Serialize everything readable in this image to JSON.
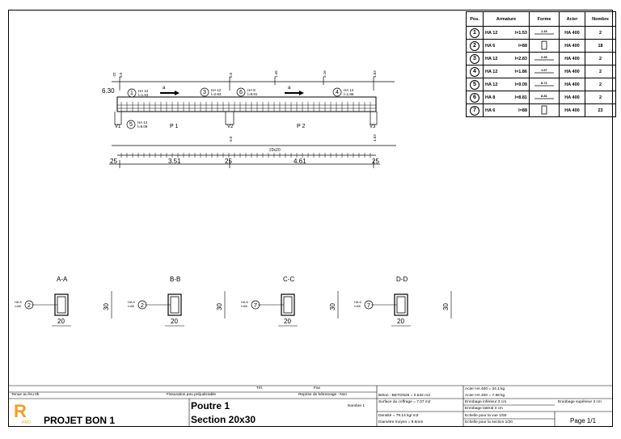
{
  "rebar_table": {
    "headers": [
      "Pos.",
      "Armature",
      "Forme",
      "Acier",
      "Nombre"
    ],
    "rows": [
      {
        "pos": "1",
        "bar": "HA 12",
        "len": "l=1.53",
        "shape": "1.16",
        "steel": "HA 400",
        "count": "2"
      },
      {
        "pos": "2",
        "bar": "HA 6",
        "len": "l=88",
        "shape": "stirrup",
        "steel": "HA 400",
        "count": "18"
      },
      {
        "pos": "3",
        "bar": "HA 12",
        "len": "l=2.83",
        "shape": "2.83",
        "steel": "HA 400",
        "count": "2"
      },
      {
        "pos": "4",
        "bar": "HA 12",
        "len": "l=1.86",
        "shape": "1.67",
        "steel": "HA 400",
        "count": "2"
      },
      {
        "pos": "5",
        "bar": "HA 12",
        "len": "l=9.09",
        "shape": "8.71",
        "steel": "HA 400",
        "count": "2"
      },
      {
        "pos": "6",
        "bar": "HA 8",
        "len": "l=8.81",
        "shape": "8.81",
        "steel": "HA 400",
        "count": "2"
      },
      {
        "pos": "7",
        "bar": "HA 6",
        "len": "l=88",
        "shape": "stirrup",
        "steel": "HA 400",
        "count": "23"
      }
    ]
  },
  "elevation": {
    "level_left": "6.30",
    "top_dims": [
      "-22",
      "0.0",
      "0.0",
      "1.45",
      "3.16",
      "4.63"
    ],
    "span_labels": [
      "P 1",
      "P 2"
    ],
    "support_labels": [
      "V1",
      "V2",
      "V3"
    ],
    "bar_labels": [
      {
        "pos": "1",
        "text": "HA 12\nl=1.53"
      },
      {
        "pos": "3",
        "text": "HA 12\nl=2.83"
      },
      {
        "pos": "6",
        "text": "HA 8\nl=8.81"
      },
      {
        "pos": "4",
        "text": "HA 12\nl=1.86"
      },
      {
        "pos": "5",
        "text": "HA 12\nl=9.09"
      }
    ],
    "bottom_dims": [
      "0.0",
      "4.63"
    ],
    "stirrup_note": "23x20",
    "overall_dims": [
      "25",
      "3.51",
      "25",
      "4.61",
      "25"
    ]
  },
  "sections": [
    {
      "title": "A-A",
      "bar": "HA 6\nl=88",
      "pos": "2",
      "width": "20",
      "height": "30"
    },
    {
      "title": "B-B",
      "bar": "HA 6\nl=88",
      "pos": "2",
      "width": "20",
      "height": "30"
    },
    {
      "title": "C-C",
      "bar": "HA 6\nl=88",
      "pos": "7",
      "width": "20",
      "height": "30"
    },
    {
      "title": "D-D",
      "bar": "HA 6\nl=88",
      "pos": "7",
      "width": "20",
      "height": "30"
    }
  ],
  "title_block": {
    "tel": "Tél.",
    "fax": "Fax",
    "exposure": "Tenue au feu 0h",
    "fissuration": "Fissuration peu préjudiciable",
    "reprise": "Reprise de bétonnage : Non",
    "element": "Poutre 1",
    "section": "Section 20x30",
    "nombre": "Nombre 1",
    "project": "PROJET BON 1",
    "logo_letter": "R",
    "logo_sub": "PRO",
    "beton": "Béton : BETON25 = 0.532 m3",
    "surface": "Surface du coffrage = 7.07 m2",
    "densite": "Densité = 79.14 kg/ m3",
    "diametre": "Diamètre moyen = 8.6mm",
    "acier1": "Acier HA 400 = 34.1 kg",
    "acier2": "Acier HA 400 = 7.98 kg",
    "enrob_inf": "Enrobage inférieur 3 cm",
    "enrob_sup": "Enrobage supérieur 3 cm",
    "enrob_lat": "Enrobage latéral 3 cm",
    "echelle_vue": "Echelle pour la vue 1/50",
    "echelle_section": "Echelle pour la section 1/20",
    "page": "Page 1/1"
  },
  "colors": {
    "ink": "#000000",
    "logo": "#f0a020"
  }
}
